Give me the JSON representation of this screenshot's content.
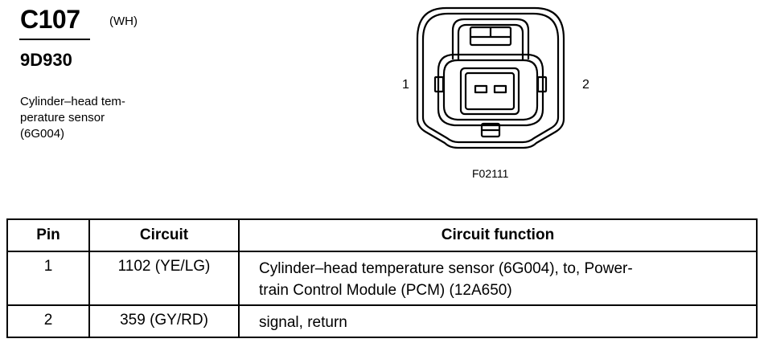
{
  "header": {
    "connector_id": "C107",
    "color_code": "(WH)",
    "part_number": "9D930",
    "description_lines": [
      "Cylinder–head tem-",
      "perature sensor",
      "(6G004)"
    ]
  },
  "diagram": {
    "pin_labels": [
      "1",
      "2"
    ],
    "figure_code": "F02111"
  },
  "table": {
    "headers": [
      "Pin",
      "Circuit",
      "Circuit function"
    ],
    "rows": [
      {
        "pin": "1",
        "circuit": "1102 (YE/LG)",
        "function_lines": [
          "Cylinder–head temperature sensor (6G004), to, Power-",
          "train Control Module (PCM) (12A650)"
        ]
      },
      {
        "pin": "2",
        "circuit": "359 (GY/RD)",
        "function_lines": [
          "signal, return"
        ]
      }
    ]
  }
}
